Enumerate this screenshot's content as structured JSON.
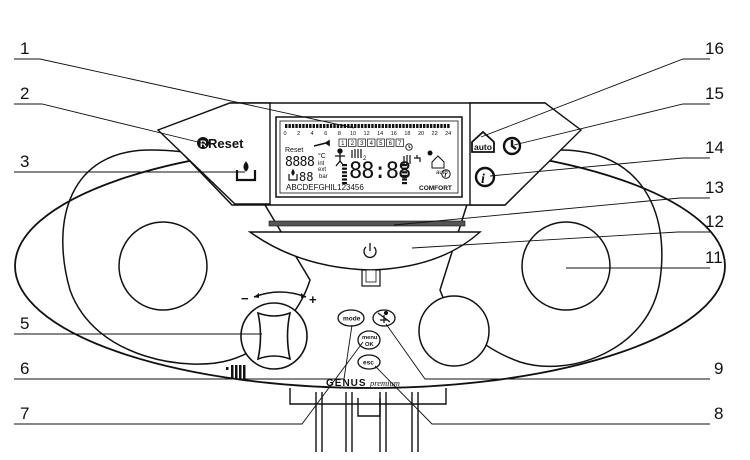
{
  "callouts": [
    {
      "num": "1"
    },
    {
      "num": "2"
    },
    {
      "num": "3"
    },
    {
      "num": "5"
    },
    {
      "num": "6"
    },
    {
      "num": "7"
    },
    {
      "num": "16"
    },
    {
      "num": "15"
    },
    {
      "num": "14"
    },
    {
      "num": "13"
    },
    {
      "num": "12"
    },
    {
      "num": "11"
    },
    {
      "num": "9"
    },
    {
      "num": "8"
    }
  ],
  "left_panel": {
    "reset_label": "Reset"
  },
  "right_panel": {
    "auto_label": "auto"
  },
  "lcd": {
    "hour_ticks": [
      "0",
      "2",
      "4",
      "6",
      "8",
      "10",
      "12",
      "14",
      "16",
      "18",
      "20",
      "22",
      "24"
    ],
    "program_days": [
      "1",
      "2",
      "3",
      "4",
      "5",
      "6",
      "7"
    ],
    "reset_text": "Reset",
    "big_digits": "88:88",
    "small_digits": "8888",
    "unit_c": "°C",
    "int_label": "int",
    "ext_label": "ext",
    "pressure_digits": "88",
    "bar_label": "bar",
    "ticker": "ABCDEFGHIL123456",
    "comfort": "COMFORT",
    "auto_small": "auto"
  },
  "buttons": {
    "mode": "mode",
    "menu_line1": "menu",
    "menu_line2": "OK",
    "esc": "esc"
  },
  "knob": {
    "minus": "−",
    "plus": "+"
  },
  "brand": {
    "name": "GENUS",
    "sub": "premium"
  }
}
